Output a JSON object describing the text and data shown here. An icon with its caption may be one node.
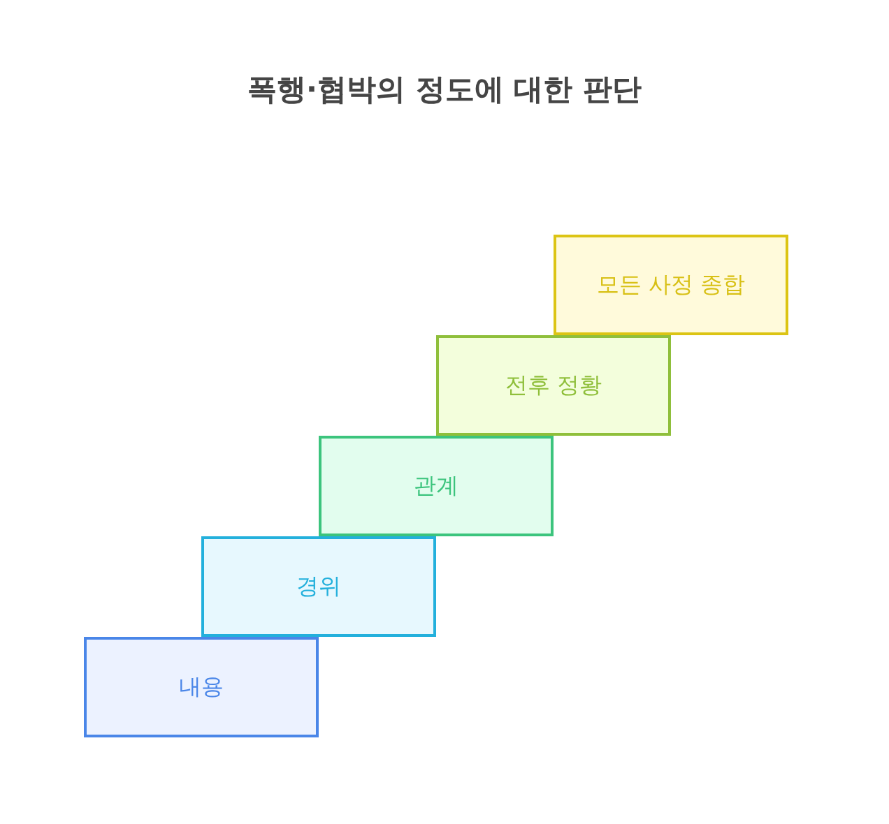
{
  "diagram": {
    "title": "폭행·협박의 정도에 대한 판단",
    "nodes": [
      {
        "text": [
          "내용"
        ]
      },
      {
        "text": [
          "경위"
        ]
      },
      {
        "text": [
          "관계"
        ]
      },
      {
        "text": [
          "전후 정황"
        ]
      },
      {
        "text": [
          "모든 사정 종합"
        ]
      }
    ]
  }
}
